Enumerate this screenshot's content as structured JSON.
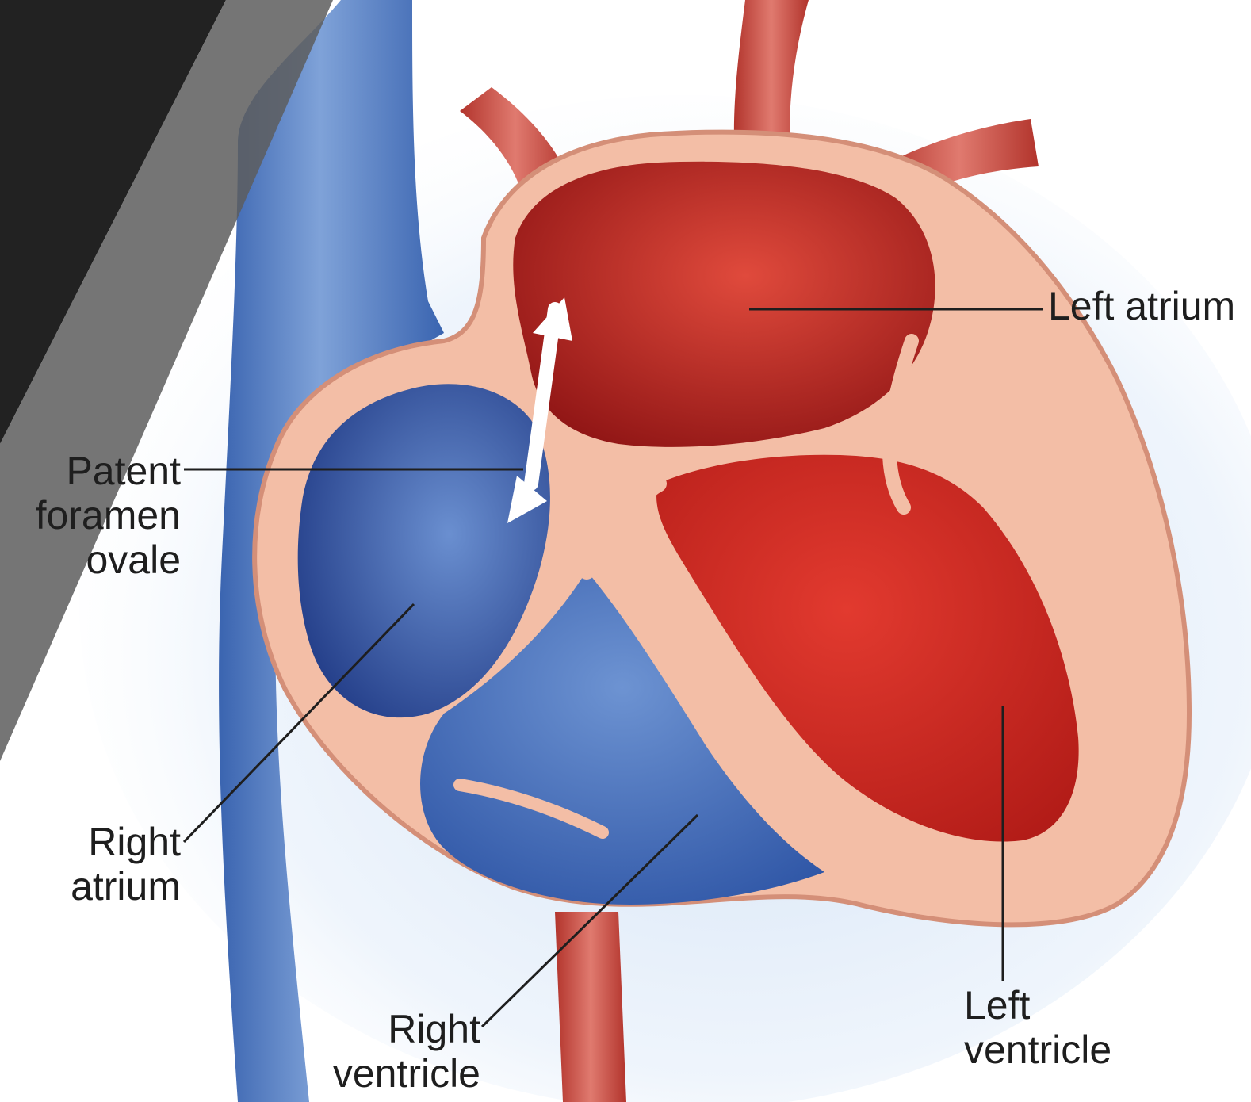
{
  "labels": {
    "left_atrium": "Left atrium",
    "patent_foramen_ovale": [
      "Patent",
      "foramen",
      "ovale"
    ],
    "right_atrium": [
      "Right",
      "atrium"
    ],
    "right_ventricle": [
      "Right",
      "ventricle"
    ],
    "left_ventricle": [
      "Left",
      "ventricle"
    ]
  },
  "colors": {
    "deoxygenated_blood": "#2f5aa8",
    "oxygenated_blood": "#c8281f",
    "heart_wall": "#f3bea6",
    "leader_line": "#1e1e1e",
    "slide_band_dark": "#222222",
    "slide_band_grey": "#5d5d5d"
  },
  "icons": [
    "double-headed-arrow-icon"
  ]
}
